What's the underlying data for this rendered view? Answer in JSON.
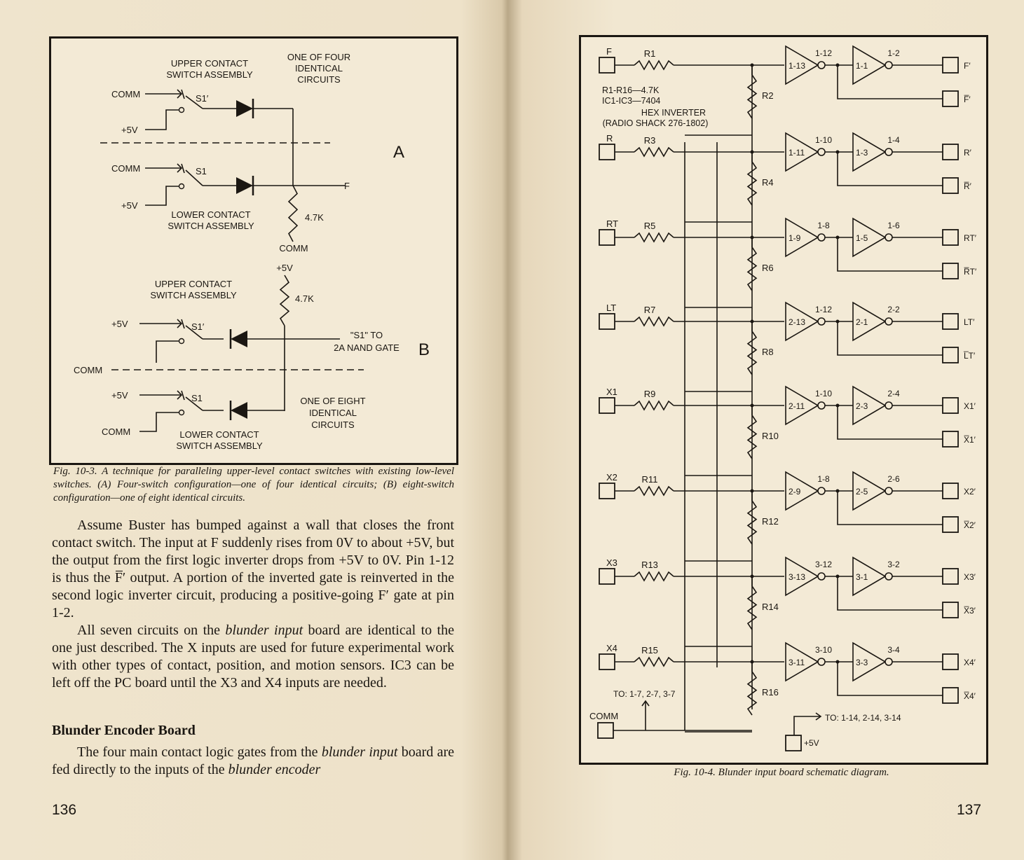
{
  "left_page": {
    "figure_a": {
      "labels": {
        "upper_contact_a": [
          "UPPER CONTACT",
          "SWITCH ASSEMBLY"
        ],
        "one_of_four": [
          "ONE OF FOUR",
          "IDENTICAL",
          "CIRCUITS"
        ],
        "comm": "COMM",
        "s1_prime": "S1′",
        "s1": "S1",
        "plus5v": "+5V",
        "section_a": "A",
        "f": "F",
        "lower_contact": [
          "LOWER CONTACT",
          "SWITCH ASSEMBLY"
        ],
        "r_47k": "4.7K",
        "upper_contact_b": [
          "UPPER CONTACT",
          "SWITCH ASSEMBLY"
        ],
        "s1_to_nand": [
          "\"S1\" TO",
          "2A NAND GATE"
        ],
        "section_b": "B",
        "one_of_eight": [
          "ONE OF EIGHT",
          "IDENTICAL",
          "CIRCUITS"
        ]
      },
      "caption": "Fig. 10-3. A technique for paralleling upper-level contact switches with existing low-level switches. (A) Four-switch configuration—one of four identical circuits; (B) eight-switch configuration—one of eight identical circuits."
    },
    "body": {
      "para1": "Assume Buster has bumped against a wall that closes the front contact switch. The input at F suddenly rises from 0V to about +5V, but the output from the first logic inverter drops from +5V to 0V. Pin 1-12 is thus the F̅′ output. A portion of the inverted gate is reinverted in the second logic inverter circuit, producing a positive-going F′ gate at pin 1-2.",
      "para2": "All seven circuits on the blunder input board are identical to the one just described. The X inputs are used for future experimental work with other types of contact, position, and motion sensors. IC3 can be left off the PC board until the X3 and X4 inputs are needed.",
      "heading": "Blunder Encoder Board",
      "para3": "The four main contact logic gates from the blunder input board are fed directly to the inputs of the blunder encoder"
    },
    "page_number": "136"
  },
  "right_page": {
    "figure_b": {
      "note": [
        "R1-R16—4.7K",
        "IC1-IC3—7404",
        "HEX INVERTER",
        "(RADIO SHACK 276-1802)"
      ],
      "channels": [
        {
          "input": "F",
          "r_in": "R1",
          "g1_in": "1-13",
          "g1_out": "1-12",
          "g2_in": "1-1",
          "g2_out": "1-2",
          "out": "F′",
          "out_bar": "F̅′",
          "r_pull": "R2"
        },
        {
          "input": "R",
          "r_in": "R3",
          "g1_in": "1-11",
          "g1_out": "1-10",
          "g2_in": "1-3",
          "g2_out": "1-4",
          "out": "R′",
          "out_bar": "R̅′",
          "r_pull": "R4"
        },
        {
          "input": "RT",
          "r_in": "R5",
          "g1_in": "1-9",
          "g1_out": "1-8",
          "g2_in": "1-5",
          "g2_out": "1-6",
          "out": "RT′",
          "out_bar": "R̅T′",
          "r_pull": "R6"
        },
        {
          "input": "LT",
          "r_in": "R7",
          "g1_in": "2-13",
          "g1_out": "1-12",
          "g2_in": "2-1",
          "g2_out": "2-2",
          "out": "LT′",
          "out_bar": "L̅T′",
          "r_pull": "R8"
        },
        {
          "input": "X1",
          "r_in": "R9",
          "g1_in": "2-11",
          "g1_out": "1-10",
          "g2_in": "2-3",
          "g2_out": "2-4",
          "out": "X1′",
          "out_bar": "X̅1′",
          "r_pull": "R10"
        },
        {
          "input": "X2",
          "r_in": "R11",
          "g1_in": "2-9",
          "g1_out": "1-8",
          "g2_in": "2-5",
          "g2_out": "2-6",
          "out": "X2′",
          "out_bar": "X̅2′",
          "r_pull": "R12"
        },
        {
          "input": "X3",
          "r_in": "R13",
          "g1_in": "3-13",
          "g1_out": "3-12",
          "g2_in": "3-1",
          "g2_out": "3-2",
          "out": "X3′",
          "out_bar": "X̅3′",
          "r_pull": "R14"
        },
        {
          "input": "X4",
          "r_in": "R15",
          "g1_in": "3-11",
          "g1_out": "3-10",
          "g2_in": "3-3",
          "g2_out": "3-4",
          "out": "X4′",
          "out_bar": "X̅4′",
          "r_pull": "R16"
        }
      ],
      "to_gnd": "TO: 1-7, 2-7, 3-7",
      "comm": "COMM",
      "to_vcc": "TO: 1-14, 2-14, 3-14",
      "plus5v": "+5V",
      "caption": "Fig. 10-4. Blunder input board schematic diagram."
    },
    "page_number": "137"
  }
}
